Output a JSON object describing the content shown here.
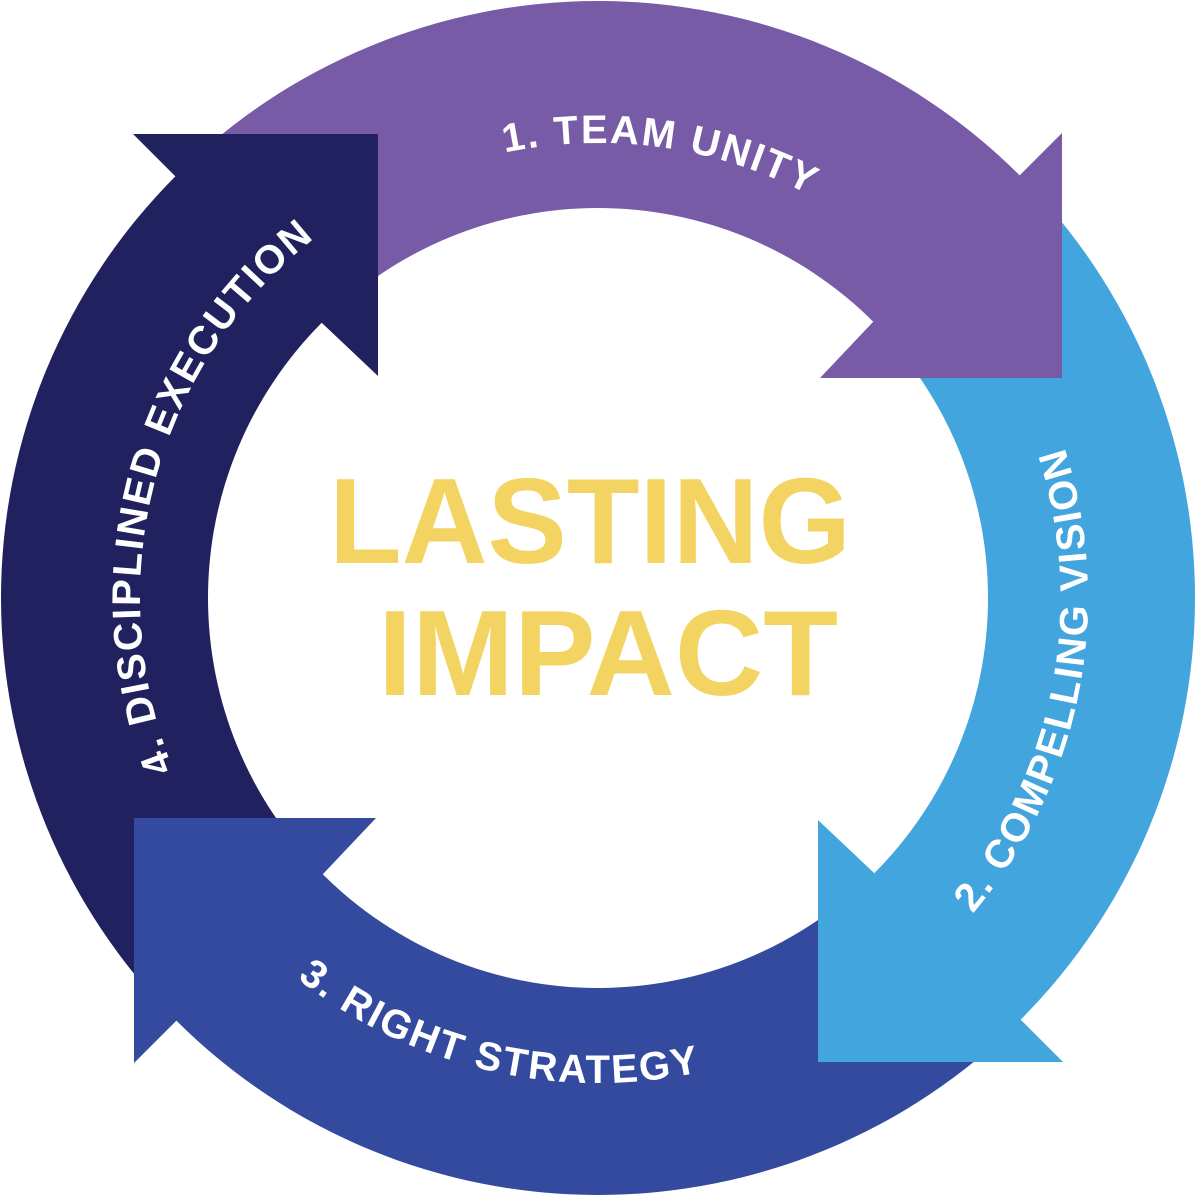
{
  "title": {
    "line1": "LASTING",
    "line2": "IMPACT",
    "color": "#F3D462"
  },
  "steps": [
    {
      "label": "1. TEAM UNITY",
      "color": "#775BA7"
    },
    {
      "label": "2. COMPELLING VISION",
      "color": "#42A5DE"
    },
    {
      "label": "3. RIGHT STRATEGY",
      "color": "#334A9E"
    },
    {
      "label": "4. DISCIPLINED EXECUTION",
      "color": "#20215E"
    }
  ]
}
